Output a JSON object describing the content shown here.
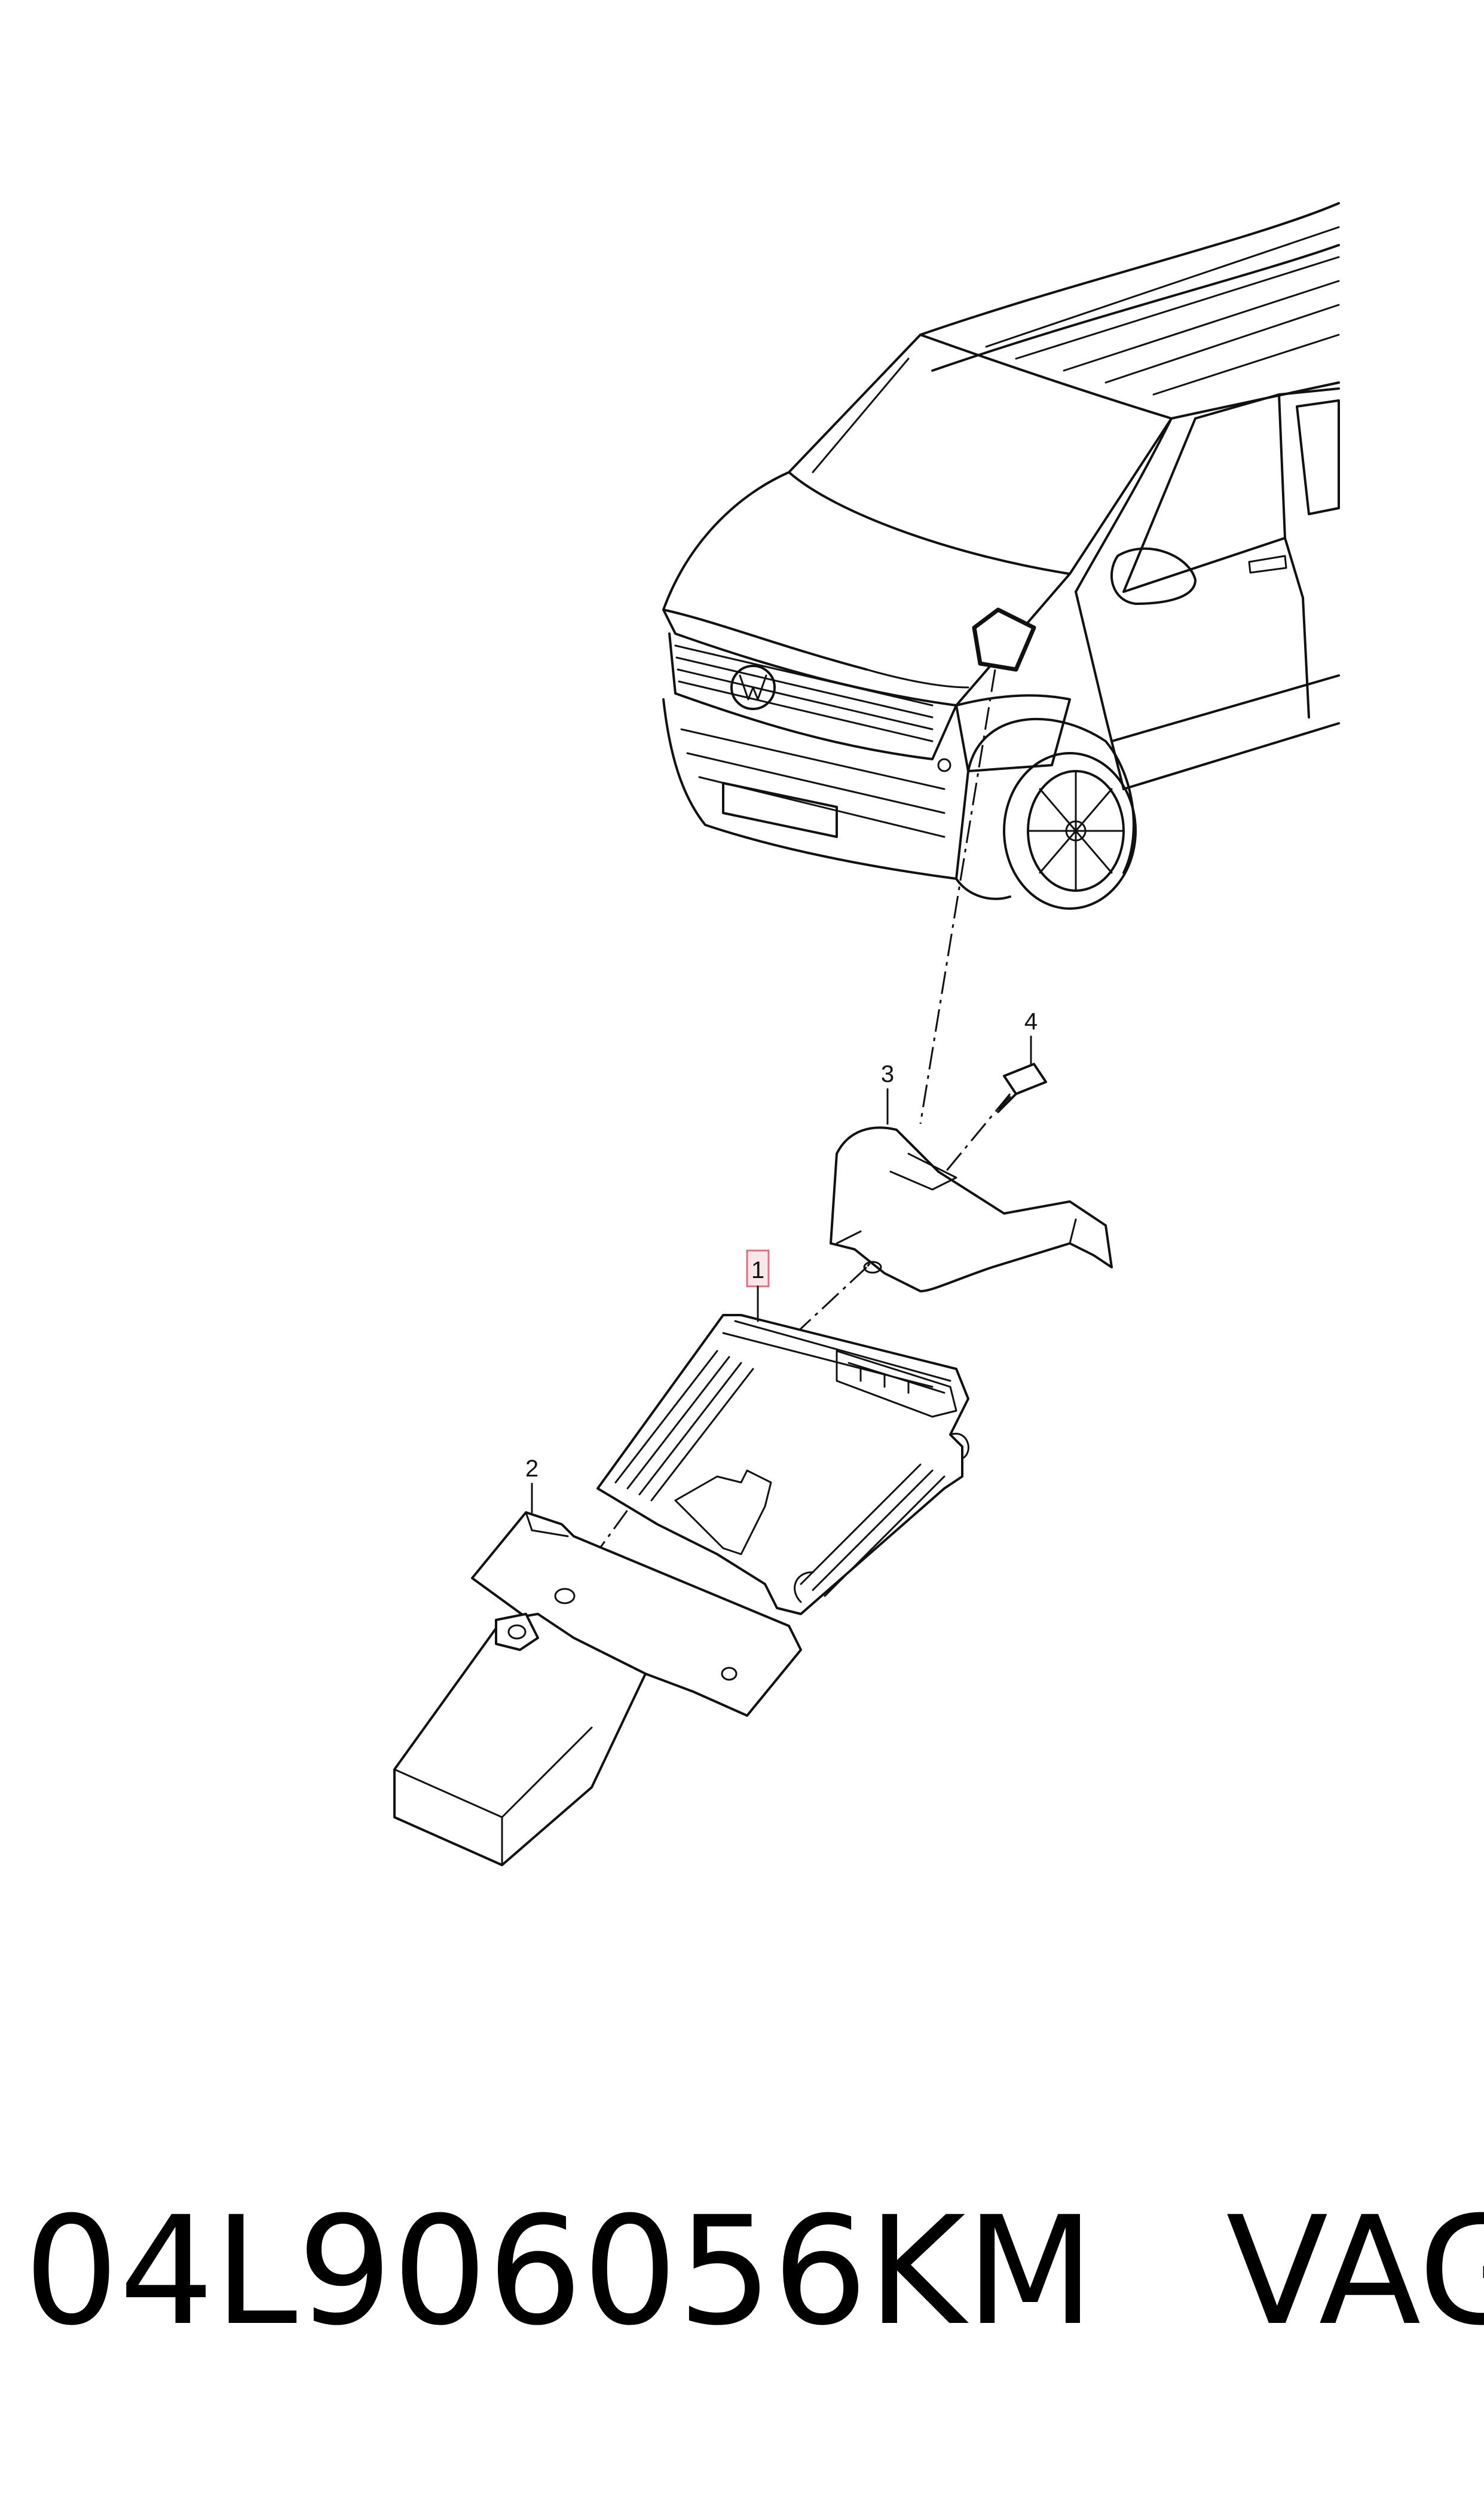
{
  "diagram": {
    "callouts": [
      {
        "id": "1",
        "label": "1",
        "highlighted": true
      },
      {
        "id": "2",
        "label": "2"
      },
      {
        "id": "3",
        "label": "3"
      },
      {
        "id": "4",
        "label": "4"
      }
    ]
  },
  "footer": {
    "part_number": "04L906056KM",
    "brand": "VAG"
  },
  "colors": {
    "line": "#111111",
    "highlight_fill": "#fde6ea",
    "highlight_stroke": "#e07080"
  }
}
